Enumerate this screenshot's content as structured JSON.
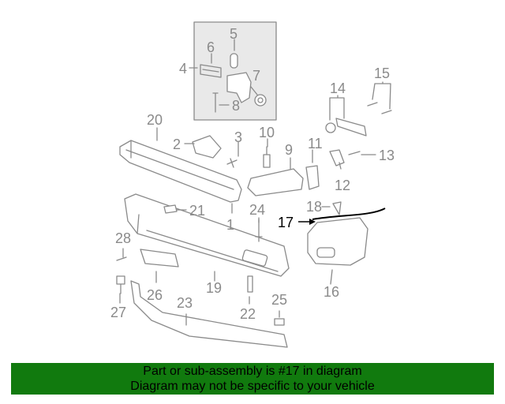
{
  "colors": {
    "parts": "#8a8a8a",
    "highlight": "#000000",
    "banner": "#117a0e"
  },
  "callouts": [
    "1",
    "2",
    "3",
    "4",
    "5",
    "6",
    "7",
    "8",
    "9",
    "10",
    "11",
    "12",
    "13",
    "14",
    "15",
    "16",
    "17",
    "18",
    "19",
    "20",
    "21",
    "22",
    "23",
    "24",
    "25",
    "26",
    "27",
    "28"
  ],
  "highlighted_callout": "17",
  "banner": {
    "line1": "Part or sub-assembly is #17 in diagram",
    "line2": "Diagram may not be specific to your vehicle"
  }
}
